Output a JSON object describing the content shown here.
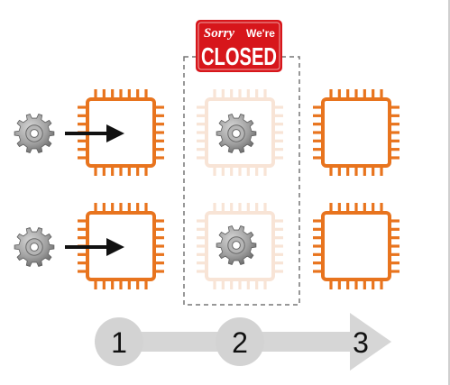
{
  "sign": {
    "sorry": "Sorry",
    "were": "We're",
    "closed": "CLOSED",
    "color": "#d7161b"
  },
  "steps": [
    "1",
    "2",
    "3"
  ],
  "colors": {
    "chip_active": "#e8741e",
    "chip_faded": "#f8e4d6",
    "arrow_bar": "#d6d6d6",
    "circle": "#d3d3d3",
    "gear": "#8c8c8c",
    "dashed": "#777777"
  },
  "icons": [
    "gear-icon",
    "arrow-right-icon",
    "chip-icon"
  ]
}
